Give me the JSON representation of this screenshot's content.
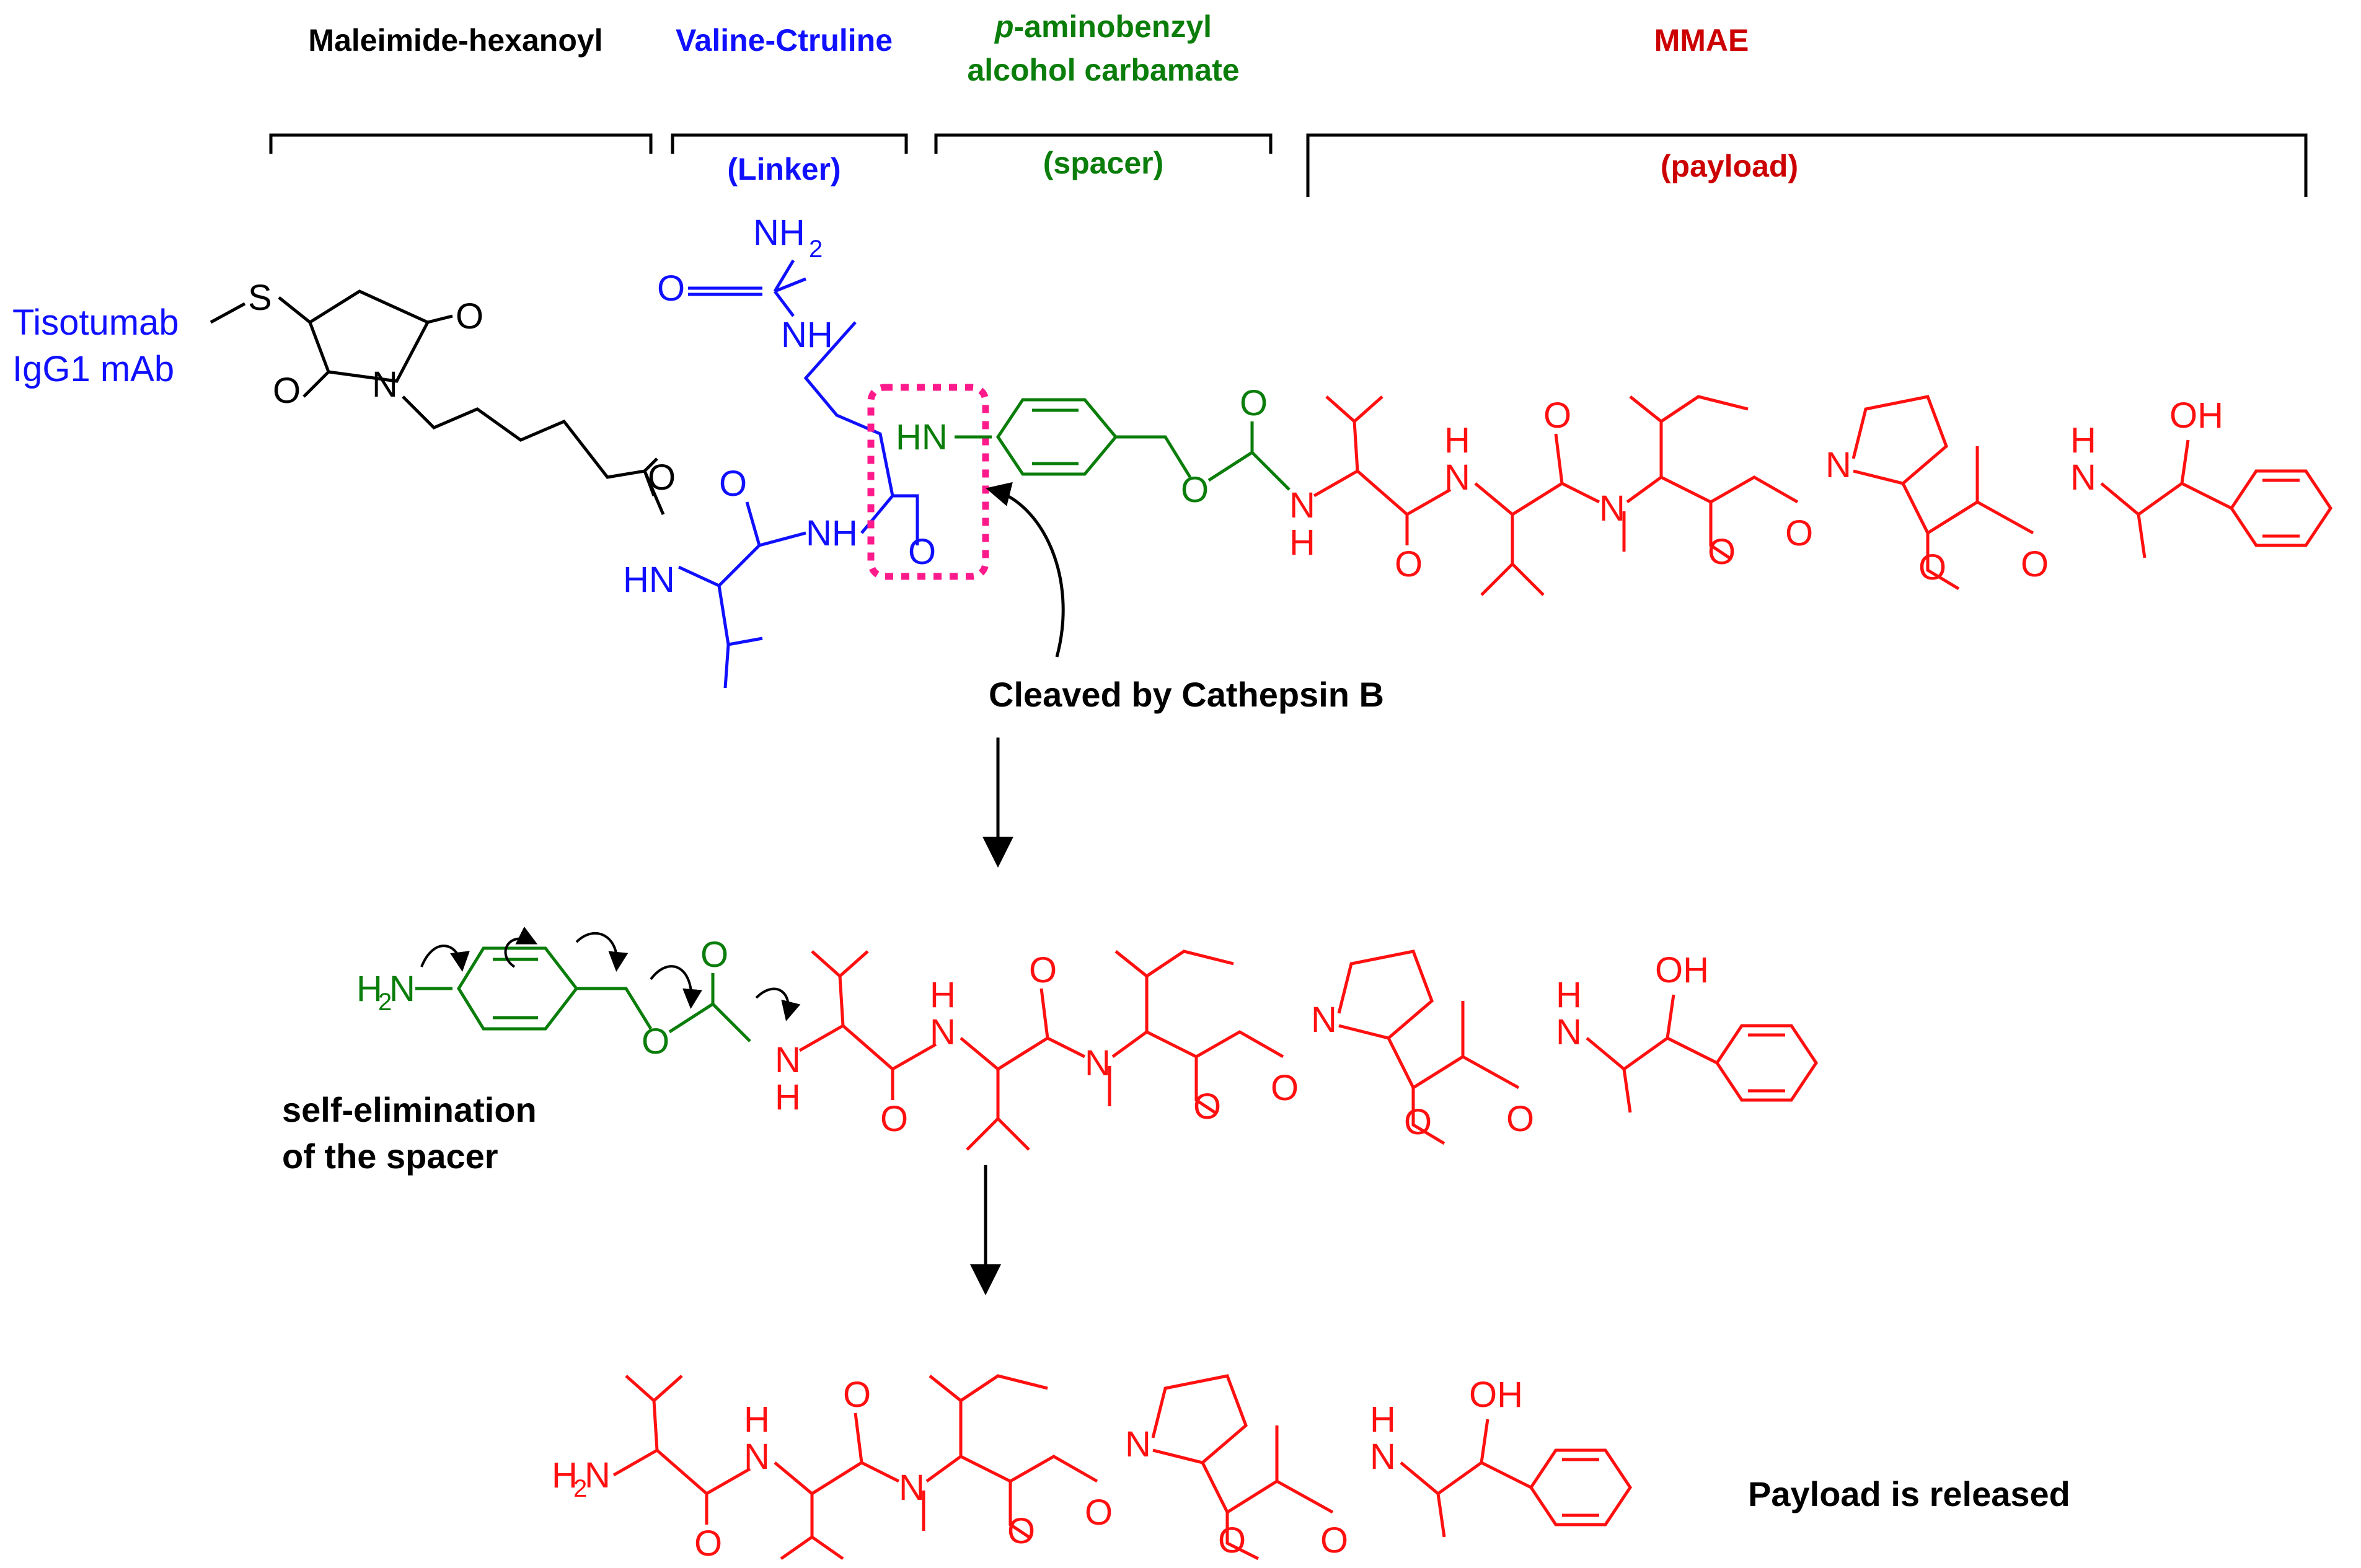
{
  "colors": {
    "maleimide": "#000000",
    "linker": "#1010ff",
    "spacer": "#0a7d0a",
    "payload": "#ff1010",
    "cleavage_box": "#ff1a8c"
  },
  "headers": {
    "maleimide": "Maleimide-hexanoyl",
    "linker": "Valine-Ctruline",
    "spacer_italic": "p",
    "spacer_line1": "-aminobenzyl",
    "spacer_line2": "alcohol carbamate",
    "payload": "MMAE"
  },
  "roles": {
    "linker": "(Linker)",
    "spacer": "(spacer)",
    "payload": "(payload)"
  },
  "antibody": {
    "line1": "Tisotumab",
    "line2": "IgG1 mAb"
  },
  "atoms": {
    "S": "S",
    "O": "O",
    "N": "N",
    "NH": "NH",
    "HN": "HN",
    "N_lbl": "N",
    "H_lbl": "H",
    "NH2": "NH",
    "sub2": "2",
    "H2N": "H",
    "OH": "OH"
  },
  "notes": {
    "cleaved": "Cleaved by Cathepsin B",
    "self_elim_1": "self-elimination",
    "self_elim_2": "of the spacer",
    "released": "Payload is released"
  }
}
